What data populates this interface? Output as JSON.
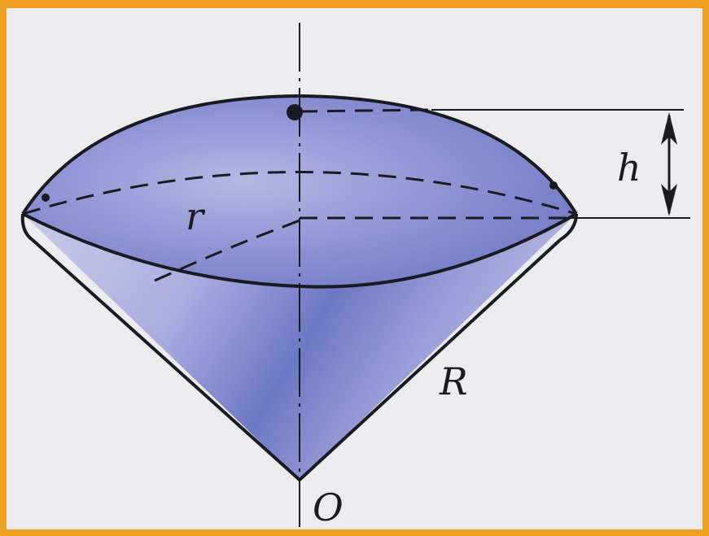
{
  "labels": {
    "r": "r",
    "R": "R",
    "h": "h",
    "O": "O"
  },
  "colors": {
    "frame": "#f0a020",
    "paper": "#ececee",
    "fill_light": "#c9cbe8",
    "fill_mid": "#9aa0d8",
    "fill_dark": "#6d78c4",
    "stroke": "#1a1a22"
  }
}
